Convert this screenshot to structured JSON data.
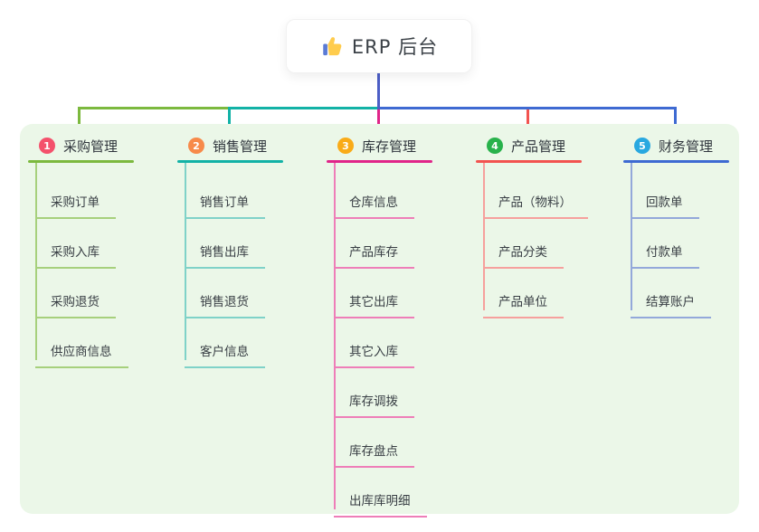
{
  "root": {
    "title": "ERP 后台",
    "icon": "thumbs-up-icon",
    "line_color": "#4c5ec6"
  },
  "panel_color": "#ebf7e8",
  "branches": [
    {
      "index": "1",
      "label": "采购管理",
      "badge_color": "#f4516c",
      "line_color": "#7cb93e",
      "child_line_color": "#a6d07c",
      "children": [
        "采购订单",
        "采购入库",
        "采购退货",
        "供应商信息"
      ]
    },
    {
      "index": "2",
      "label": "销售管理",
      "badge_color": "#f78a4a",
      "line_color": "#12b2a6",
      "child_line_color": "#7fd2c8",
      "children": [
        "销售订单",
        "销售出库",
        "销售退货",
        "客户信息"
      ]
    },
    {
      "index": "3",
      "label": "库存管理",
      "badge_color": "#f9ab18",
      "line_color": "#e02589",
      "child_line_color": "#ee7eb8",
      "children": [
        "仓库信息",
        "产品库存",
        "其它出库",
        "其它入库",
        "库存调拨",
        "库存盘点",
        "出库库明细"
      ]
    },
    {
      "index": "4",
      "label": "产品管理",
      "badge_color": "#28b24b",
      "line_color": "#f25350",
      "child_line_color": "#f6a09d",
      "children": [
        "产品（物料）",
        "产品分类",
        "产品单位"
      ]
    },
    {
      "index": "5",
      "label": "财务管理",
      "badge_color": "#29a8e0",
      "line_color": "#3e6ad2",
      "child_line_color": "#93a8da",
      "children": [
        "回款单",
        "付款单",
        "结算账户"
      ]
    }
  ]
}
